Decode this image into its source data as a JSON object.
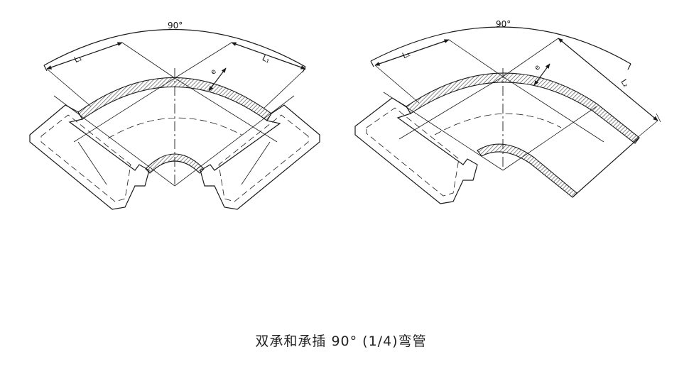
{
  "diagram": {
    "caption": "双承和承插 90° (1/4)弯管",
    "left_elbow": {
      "angle_label": "90°",
      "dim_a_label": "L₁",
      "dim_b_label": "L₁",
      "thickness_label": "e"
    },
    "right_elbow": {
      "angle_label": "90°",
      "dim_a_label": "L₁",
      "dim_b_label": "L₂",
      "thickness_label": "e"
    }
  },
  "colors": {
    "line": "#1a1a1a",
    "hatch": "#555555",
    "background": "#ffffff"
  }
}
